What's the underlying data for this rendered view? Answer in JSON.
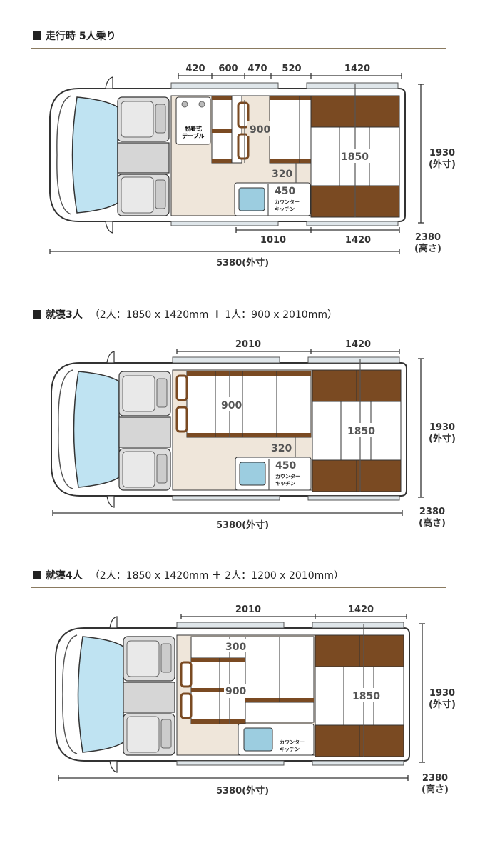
{
  "sections": [
    {
      "title": "走行時 5人乗り",
      "subtitle": "",
      "top_dims": [
        "420",
        "600",
        "470",
        "520",
        "1420"
      ],
      "bottom_dims": [
        "1010",
        "1420"
      ],
      "inner_labels": {
        "bed_height": "900",
        "bed_depth": "1850",
        "counter_gap": "320",
        "counter_width": "450"
      },
      "table_label": [
        "脱着式",
        "テーブル"
      ],
      "kitchen_label": [
        "カウンター",
        "キッチン"
      ],
      "overall_length": "5380(外寸)",
      "overall_width": [
        "1930",
        "(外寸)"
      ],
      "overall_height": [
        "2380",
        "(高さ)"
      ]
    },
    {
      "title": "就寝3人",
      "subtitle": "（2人：1850 x 1420mm ＋ 1人：900 x 2010mm）",
      "top_dims": [
        "2010",
        "1420"
      ],
      "inner_labels": {
        "bed_height": "900",
        "bed_depth": "1850",
        "counter_gap": "320",
        "counter_width": "450"
      },
      "kitchen_label": [
        "カウンター",
        "キッチン"
      ],
      "overall_length": "5380(外寸)",
      "overall_width": [
        "1930",
        "(外寸)"
      ],
      "overall_height": [
        "2380",
        "(高さ)"
      ]
    },
    {
      "title": "就寝4人",
      "subtitle": "（2人：1850 x 1420mm ＋ 2人：1200 x 2010mm）",
      "top_dims": [
        "2010",
        "1420"
      ],
      "inner_labels": {
        "bed_height": "900",
        "bed_depth": "1850",
        "upper_gap": "300"
      },
      "kitchen_label": [
        "カウンター",
        "キッチン"
      ],
      "overall_length": "5380(外寸)",
      "overall_width": [
        "1930",
        "(外寸)"
      ],
      "overall_height": [
        "2380",
        "(高さ)"
      ]
    }
  ],
  "colors": {
    "wood": "#7a4a22",
    "floor": "#efe6da",
    "counter_top": "#9ccde0",
    "rule": "#8a7a60",
    "body": "#ffffff",
    "outline": "#333333"
  }
}
